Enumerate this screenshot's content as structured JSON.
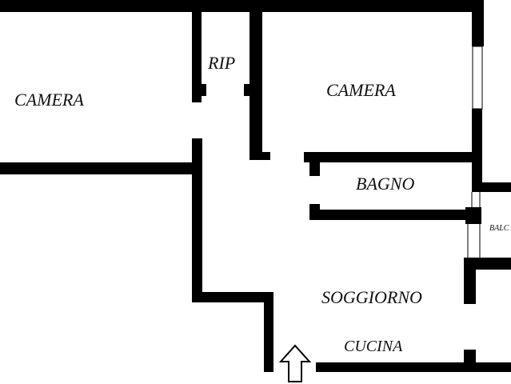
{
  "plan": {
    "rooms": {
      "camera_left": "CAMERA",
      "rip": "RIP",
      "camera_right": "CAMERA",
      "bagno": "BAGNO",
      "balcone": "BALC",
      "soggiorno": "SOGGIORNO",
      "cucina": "CUCINA"
    },
    "wall_color": "#000000",
    "entrance_icon": "arrow-up-outline-icon"
  }
}
